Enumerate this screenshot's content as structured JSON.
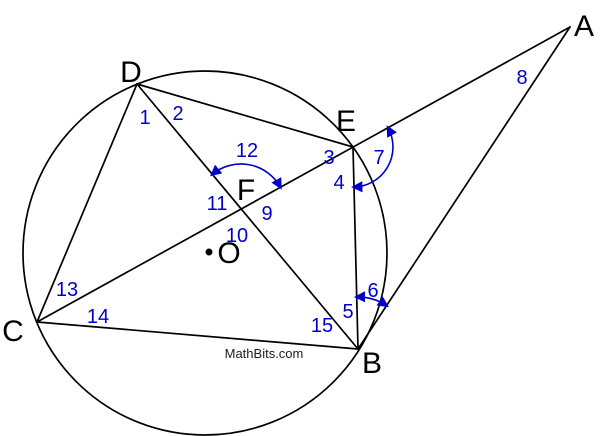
{
  "diagram": {
    "watermark": "MathBits.com",
    "colors": {
      "line": "#000000",
      "point_label": "#000000",
      "angle_number": "#0000cd",
      "watermark": "#1c1c1c",
      "background": "#ffffff"
    },
    "point_labels": {
      "A": "A",
      "B": "B",
      "C": "C",
      "D": "D",
      "E": "E",
      "F": "F",
      "O": "O"
    },
    "angle_numbers": {
      "n1": "1",
      "n2": "2",
      "n3": "3",
      "n4": "4",
      "n5": "5",
      "n6": "6",
      "n7": "7",
      "n8": "8",
      "n9": "9",
      "n10": "10",
      "n11": "11",
      "n12": "12",
      "n13": "13",
      "n14": "14",
      "n15": "15"
    }
  }
}
